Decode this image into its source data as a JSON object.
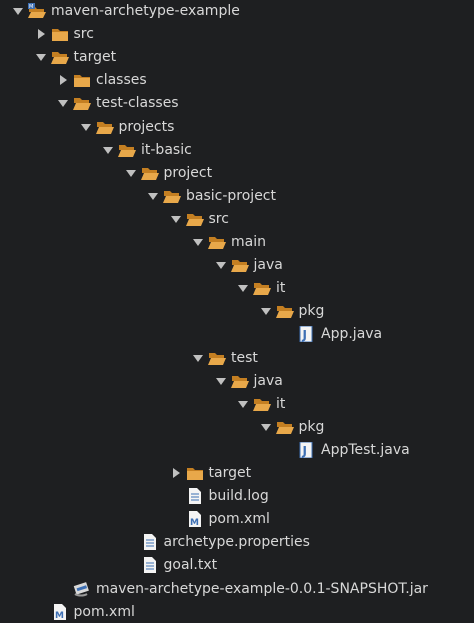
{
  "tree": {
    "items": [
      {
        "label": "maven-archetype-example",
        "depth": 0,
        "twisty": "open",
        "icon": "project-folder-icon",
        "name": "tree-item-maven-archetype-example"
      },
      {
        "label": "src",
        "depth": 1,
        "twisty": "closed",
        "icon": "folder-icon",
        "name": "tree-item-src"
      },
      {
        "label": "target",
        "depth": 1,
        "twisty": "open",
        "icon": "folder-open-icon",
        "name": "tree-item-target"
      },
      {
        "label": "classes",
        "depth": 2,
        "twisty": "closed",
        "icon": "folder-icon",
        "name": "tree-item-classes"
      },
      {
        "label": "test-classes",
        "depth": 2,
        "twisty": "open",
        "icon": "folder-open-icon",
        "name": "tree-item-test-classes"
      },
      {
        "label": "projects",
        "depth": 3,
        "twisty": "open",
        "icon": "folder-open-icon",
        "name": "tree-item-projects"
      },
      {
        "label": "it-basic",
        "depth": 4,
        "twisty": "open",
        "icon": "folder-open-icon",
        "name": "tree-item-it-basic"
      },
      {
        "label": "project",
        "depth": 5,
        "twisty": "open",
        "icon": "folder-open-icon",
        "name": "tree-item-project"
      },
      {
        "label": "basic-project",
        "depth": 6,
        "twisty": "open",
        "icon": "folder-open-icon",
        "name": "tree-item-basic-project"
      },
      {
        "label": "src",
        "depth": 7,
        "twisty": "open",
        "icon": "folder-open-icon",
        "name": "tree-item-basic-project-src"
      },
      {
        "label": "main",
        "depth": 8,
        "twisty": "open",
        "icon": "folder-open-icon",
        "name": "tree-item-main"
      },
      {
        "label": "java",
        "depth": 9,
        "twisty": "open",
        "icon": "folder-open-icon",
        "name": "tree-item-main-java"
      },
      {
        "label": "it",
        "depth": 10,
        "twisty": "open",
        "icon": "folder-open-icon",
        "name": "tree-item-main-it"
      },
      {
        "label": "pkg",
        "depth": 11,
        "twisty": "open",
        "icon": "folder-open-icon",
        "name": "tree-item-main-pkg"
      },
      {
        "label": "App.java",
        "depth": 12,
        "twisty": "none",
        "icon": "java-file-icon",
        "name": "tree-item-app-java"
      },
      {
        "label": "test",
        "depth": 8,
        "twisty": "open",
        "icon": "folder-open-icon",
        "name": "tree-item-test"
      },
      {
        "label": "java",
        "depth": 9,
        "twisty": "open",
        "icon": "folder-open-icon",
        "name": "tree-item-test-java"
      },
      {
        "label": "it",
        "depth": 10,
        "twisty": "open",
        "icon": "folder-open-icon",
        "name": "tree-item-test-it"
      },
      {
        "label": "pkg",
        "depth": 11,
        "twisty": "open",
        "icon": "folder-open-icon",
        "name": "tree-item-test-pkg"
      },
      {
        "label": "AppTest.java",
        "depth": 12,
        "twisty": "none",
        "icon": "java-file-icon",
        "name": "tree-item-apptest-java"
      },
      {
        "label": "target",
        "depth": 7,
        "twisty": "closed",
        "icon": "folder-icon",
        "name": "tree-item-basic-project-target"
      },
      {
        "label": "build.log",
        "depth": 7,
        "twisty": "none",
        "icon": "text-file-icon",
        "name": "tree-item-build-log"
      },
      {
        "label": "pom.xml",
        "depth": 7,
        "twisty": "none",
        "icon": "maven-pom-icon",
        "name": "tree-item-basic-project-pom"
      },
      {
        "label": "archetype.properties",
        "depth": 5,
        "twisty": "none",
        "icon": "text-file-icon",
        "name": "tree-item-archetype-properties"
      },
      {
        "label": "goal.txt",
        "depth": 5,
        "twisty": "none",
        "icon": "text-file-icon",
        "name": "tree-item-goal-txt"
      },
      {
        "label": "maven-archetype-example-0.0.1-SNAPSHOT.jar",
        "depth": 2,
        "twisty": "none",
        "icon": "jar-file-icon",
        "name": "tree-item-snapshot-jar"
      },
      {
        "label": "pom.xml",
        "depth": 1,
        "twisty": "none",
        "icon": "maven-pom-icon",
        "name": "tree-item-pom-xml"
      }
    ]
  },
  "colors": {
    "background": "#1e1f21",
    "text": "#d8d8d8",
    "twisty": "#c0c0c0",
    "folder": "#e8a84a",
    "folder_dark": "#c47f22",
    "java_blue": "#3d6fb4",
    "file_white": "#f4f4f4"
  }
}
